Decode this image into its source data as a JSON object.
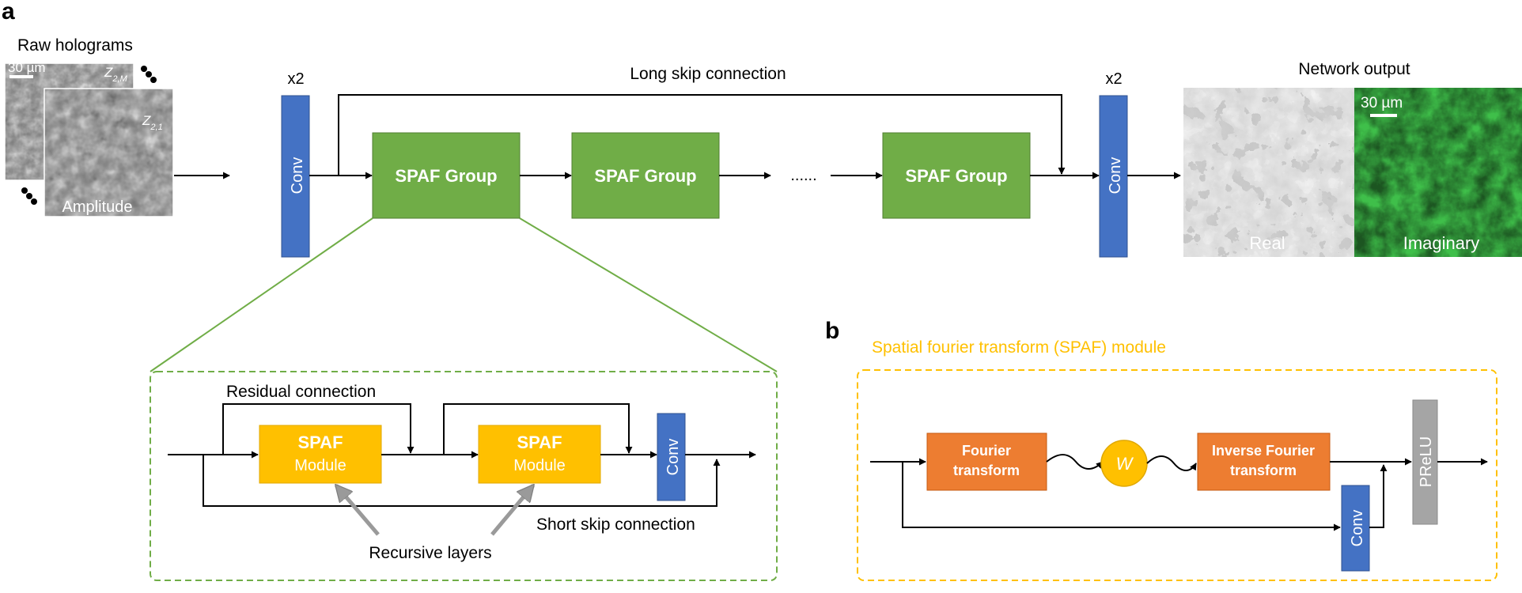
{
  "panel_a": {
    "label": "a",
    "raw_holograms": "Raw holograms",
    "scalebar_left": "30 µm",
    "z_back": "Z",
    "z_back_sub": "2,M",
    "z_front": "Z",
    "z_front_sub": "2,1",
    "amplitude": "Amplitude",
    "conv_left_repeat": "x2",
    "conv_left": "Conv",
    "long_skip": "Long skip connection",
    "spaf_group": "SPAF Group",
    "ellipsis": "......",
    "conv_right_repeat": "x2",
    "conv_right": "Conv",
    "network_output": "Network output",
    "scalebar_right": "30 µm",
    "real": "Real",
    "imaginary": "Imaginary",
    "residual_connection": "Residual connection",
    "spaf_bold": "SPAF",
    "spaf_module": "Module",
    "conv_group": "Conv",
    "short_skip": "Short skip connection",
    "recursive_layers": "Recursive layers"
  },
  "panel_b": {
    "label": "b",
    "title": "Spatial fourier transform (SPAF) module",
    "fourier_1": "Fourier",
    "fourier_2": "transform",
    "w": "W",
    "inverse_1": "Inverse Fourier",
    "inverse_2": "transform",
    "prelu": "PReLU",
    "conv": "Conv"
  },
  "colors": {
    "conv_blue": "#4472c4",
    "spaf_green": "#70ad47",
    "spaf_yellow": "#ffc000",
    "fft_orange": "#ed7d31",
    "prelu_gray": "#a5a5a5",
    "group_border": "#70ad47",
    "module_border": "#f0b400"
  }
}
